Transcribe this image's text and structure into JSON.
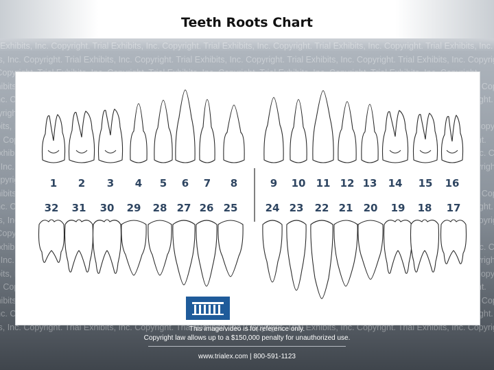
{
  "title": "Teeth Roots Chart",
  "watermark_text": "Exhibits, Inc. Copyright. Trial Exhibits, Inc. Copyright. Trial Exhibits, Inc. Copyright. Trial Exhibits, Inc. Copyright. Trial Exhibits, Inc. Copyright.",
  "upper_numbers": [
    "1",
    "2",
    "3",
    "4",
    "5",
    "6",
    "7",
    "8",
    "9",
    "10",
    "11",
    "12",
    "13",
    "14",
    "15",
    "16"
  ],
  "lower_numbers": [
    "32",
    "31",
    "30",
    "29",
    "28",
    "27",
    "26",
    "25",
    "24",
    "23",
    "22",
    "21",
    "20",
    "19",
    "18",
    "17"
  ],
  "footer": {
    "notice_1": "This image/video is for reference only.",
    "notice_2": "Copyright law allows up to a $150,000 penalty for unauthorized use.",
    "contact": "www.trialex.com  |  800-591-1123"
  },
  "colors": {
    "number_color": "#2e4561",
    "logo_blue": "#1f5b9a"
  },
  "icons": [
    "trial-exhibits-logo-icon"
  ]
}
